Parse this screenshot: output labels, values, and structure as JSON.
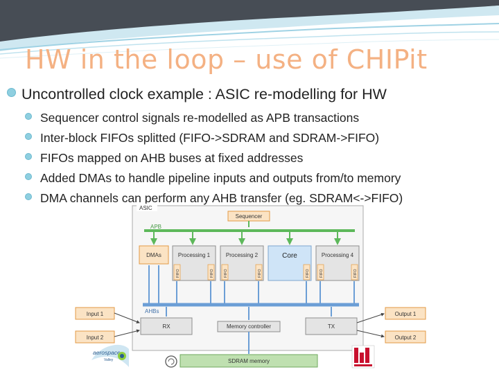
{
  "slide": {
    "title": "HW in the loop – use of CHIPit",
    "bullet": "Uncontrolled clock example : ASIC re-modelling for HW",
    "sub_bullets": [
      "Sequencer control signals re-modelled as APB transactions",
      "Inter-block FIFOs splitted (FIFO->SDRAM and SDRAM->FIFO)",
      "FIFOs mapped on AHB buses at fixed addresses",
      "Added DMAs to handle pipeline inputs and outputs from/to memory",
      "DMA channels can perform any AHB transfer (eg. SDRAM<->FIFO)"
    ]
  },
  "diagram": {
    "asic_label": "ASIC",
    "sequencer": "Sequencer",
    "apb": "APB",
    "dmas": "DMAs",
    "processing1": "Processing 1",
    "processing2": "Processing 2",
    "core": "Core",
    "processing4": "Processing 4",
    "fifo": "FIFO",
    "ahbs": "AHBs",
    "input1": "Input 1",
    "input2": "Input 2",
    "rx": "RX",
    "memory_controller": "Memory controller",
    "tx": "TX",
    "output1": "Output 1",
    "output2": "Output 2",
    "sdram": "SDRAM memory"
  },
  "logos": {
    "aerospace": "aerospace",
    "valley": "Valley"
  },
  "colors": {
    "title": "#f4b183",
    "orange_fill": "#fbe3c4",
    "orange_border": "#e39a45",
    "green_bus": "#5db85a",
    "blue_bus": "#6b9ed6",
    "grey_fill": "#e4e4e4"
  }
}
